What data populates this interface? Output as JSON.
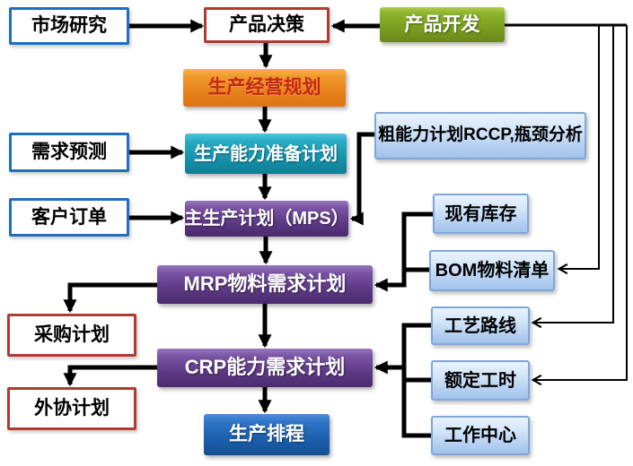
{
  "diagram": {
    "title": "MRP production planning flowchart",
    "background": "#ffffff",
    "nodes": {
      "market_research": {
        "label": "市场研究",
        "style": "blue-outline"
      },
      "product_decision": {
        "label": "产品决策",
        "style": "red-outline"
      },
      "product_development": {
        "label": "产品开发",
        "style": "green"
      },
      "operation_planning": {
        "label": "生产经营规划",
        "style": "orange"
      },
      "demand_forecast": {
        "label": "需求预测",
        "style": "blue-outline"
      },
      "capacity_preparation": {
        "label": "生产能力准备计划",
        "style": "teal"
      },
      "rccp": {
        "label": "粗能力计划RCCP,瓶颈分析",
        "style": "lightblue"
      },
      "customer_orders": {
        "label": "客户订单",
        "style": "blue-outline"
      },
      "mps": {
        "label": "主生产计划（MPS）",
        "style": "purple"
      },
      "inventory_on_hand": {
        "label": "现有库存",
        "style": "lightblue"
      },
      "bom": {
        "label": "BOM物料清单",
        "style": "lightblue"
      },
      "mrp": {
        "label": "MRP物料需求计划",
        "style": "purple"
      },
      "purchase_plan": {
        "label": "采购计划",
        "style": "red-outline"
      },
      "process_route": {
        "label": "工艺路线",
        "style": "lightblue"
      },
      "crp": {
        "label": "CRP能力需求计划",
        "style": "purple"
      },
      "rated_work_hours": {
        "label": "额定工时",
        "style": "lightblue"
      },
      "outsourcing_plan": {
        "label": "外协计划",
        "style": "red-outline"
      },
      "work_center": {
        "label": "工作中心",
        "style": "lightblue"
      },
      "production_scheduling": {
        "label": "生产排程",
        "style": "blue-solid"
      }
    },
    "edges": [
      {
        "from": "market_research",
        "to": "product_decision"
      },
      {
        "from": "product_development",
        "to": "product_decision"
      },
      {
        "from": "product_decision",
        "to": "operation_planning"
      },
      {
        "from": "operation_planning",
        "to": "capacity_preparation"
      },
      {
        "from": "demand_forecast",
        "to": "capacity_preparation"
      },
      {
        "from": "capacity_preparation",
        "to": "mps"
      },
      {
        "from": "customer_orders",
        "to": "mps"
      },
      {
        "from": "rccp",
        "to": "mps"
      },
      {
        "from": "mps",
        "to": "mrp"
      },
      {
        "from": "inventory_on_hand",
        "to": "mrp"
      },
      {
        "from": "bom",
        "to": "mrp"
      },
      {
        "from": "mrp",
        "to": "purchase_plan"
      },
      {
        "from": "mrp",
        "to": "crp"
      },
      {
        "from": "process_route",
        "to": "crp"
      },
      {
        "from": "rated_work_hours",
        "to": "crp"
      },
      {
        "from": "work_center",
        "to": "crp"
      },
      {
        "from": "crp",
        "to": "outsourcing_plan"
      },
      {
        "from": "crp",
        "to": "production_scheduling"
      },
      {
        "from": "product_development",
        "to": "bom"
      },
      {
        "from": "product_development",
        "to": "process_route"
      },
      {
        "from": "product_development",
        "to": "rated_work_hours"
      }
    ],
    "colors": {
      "blue_outline_border": "#1F6EC0",
      "red_outline_border": "#AF3B32",
      "green_fill": "#7CA120",
      "orange_fill": "#E8821C",
      "orange_text": "#C42814",
      "teal_fill": "#1793AC",
      "purple_fill": "#5E3A85",
      "lightblue_fill": "#BCD6F2",
      "lightblue_border": "#7FA7D8",
      "solid_blue_fill": "#1C5FAC",
      "connector": "#000000"
    }
  }
}
